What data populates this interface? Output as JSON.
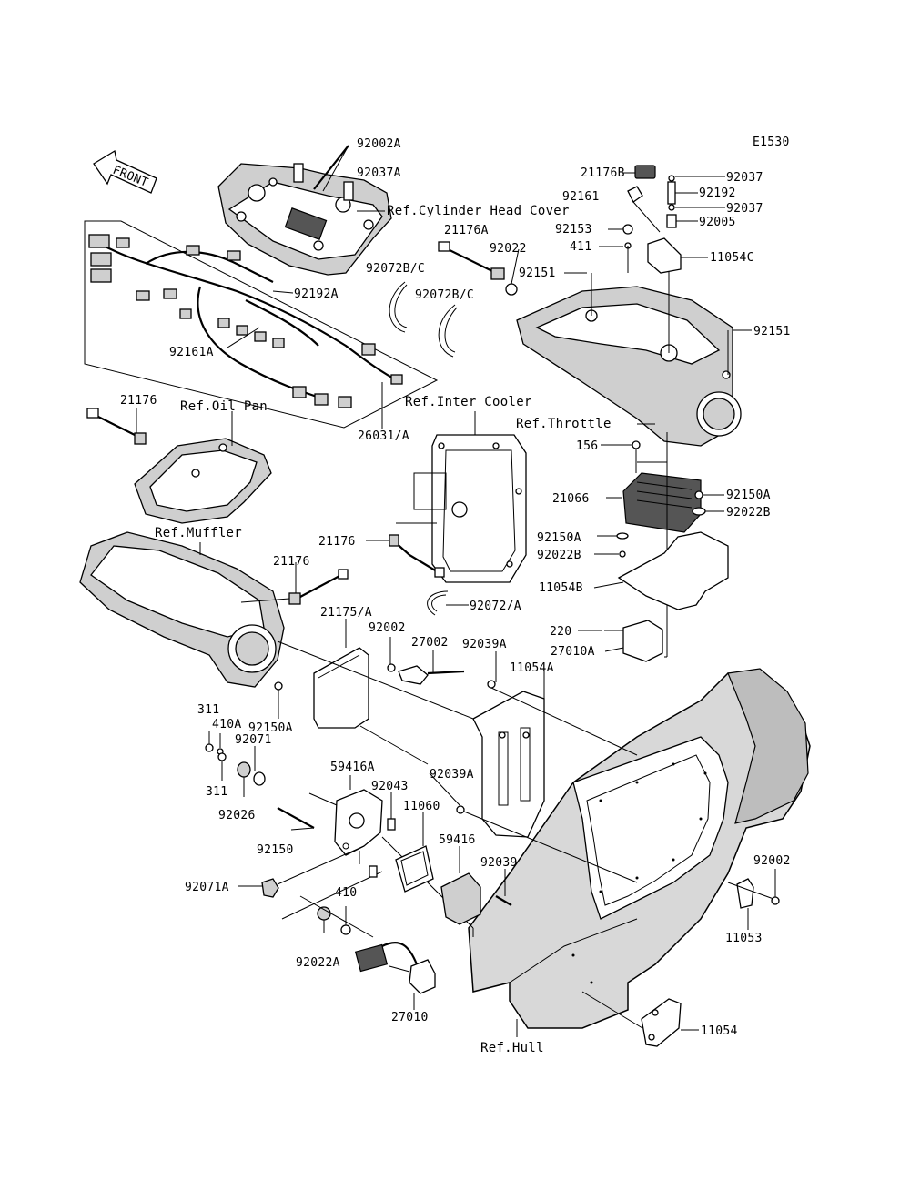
{
  "diagram_code": "E1530",
  "front_arrow": "FRONT",
  "refs": {
    "cylinder_head_cover": "Ref.Cylinder Head Cover",
    "oil_pan": "Ref.Oil Pan",
    "inter_cooler": "Ref.Inter Cooler",
    "throttle": "Ref.Throttle",
    "muffler": "Ref.Muffler",
    "hull": "Ref.Hull"
  },
  "labels": {
    "p92002A": "92002A",
    "p92037A": "92037A",
    "p21176B": "21176B",
    "p92037_a": "92037",
    "p92192": "92192",
    "p92161": "92161",
    "p92037_b": "92037",
    "p92005": "92005",
    "p92153": "92153",
    "p411": "411",
    "p11054C": "11054C",
    "p21176A": "21176A",
    "p92022": "92022",
    "p92151_a": "92151",
    "p92151_b": "92151",
    "p92072BC_a": "92072B/C",
    "p92072BC_b": "92072B/C",
    "p92192A": "92192A",
    "p92161A": "92161A",
    "p26031A": "26031/A",
    "p21176_a": "21176",
    "p156": "156",
    "p21066": "21066",
    "p92150A_a": "92150A",
    "p92022B_a": "92022B",
    "p92150A_b": "92150A",
    "p92022B_b": "92022B",
    "p11054B": "11054B",
    "p21176_b": "21176",
    "p21176_c": "21176",
    "p92072A": "92072/A",
    "p21175A": "21175/A",
    "p92002_a": "92002",
    "p27002": "27002",
    "p92039A_a": "92039A",
    "p11054A": "11054A",
    "p220": "220",
    "p27010A": "27010A",
    "p311_a": "311",
    "p410A": "410A",
    "p92150A_c": "92150A",
    "p92071": "92071",
    "p311_b": "311",
    "p92026": "92026",
    "p92039A_b": "92039A",
    "p59416A": "59416A",
    "p92043": "92043",
    "p11060": "11060",
    "p92150": "92150",
    "p59416": "59416",
    "p92039": "92039",
    "p92071A": "92071A",
    "p410": "410",
    "p92022A": "92022A",
    "p27010": "27010",
    "p92002_b": "92002",
    "p11053": "11053",
    "p11054": "11054"
  }
}
